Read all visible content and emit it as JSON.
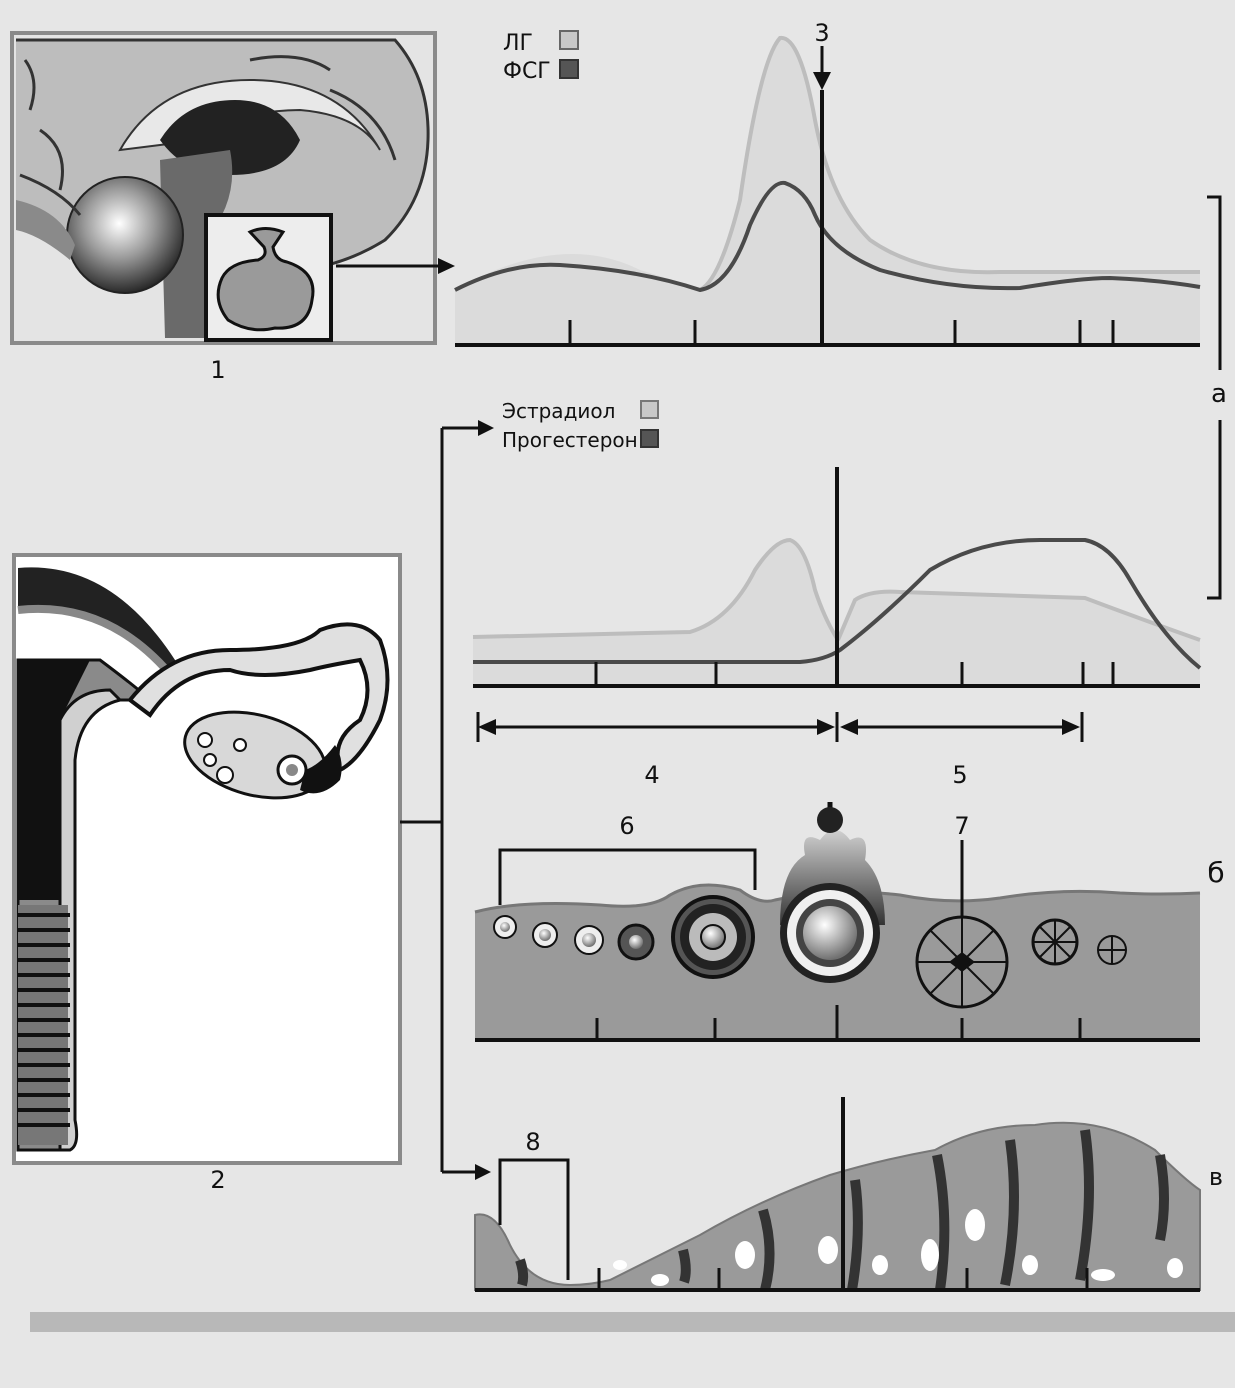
{
  "figure": {
    "labels": {
      "n1": "1",
      "n2": "2",
      "n3": "3",
      "n4": "4",
      "n5": "5",
      "n6": "6",
      "n7": "7",
      "n8": "8",
      "a": "а",
      "b": "б",
      "v": "в"
    }
  },
  "legend_pituitary": [
    {
      "name": "ЛГ",
      "color": "#c8c8c8"
    },
    {
      "name": "ФСГ",
      "color": "#555555"
    }
  ],
  "legend_ovarian": [
    {
      "name": "Эстрадиол",
      "color": "#c8c8c8"
    },
    {
      "name": "Прогестерон",
      "color": "#555555"
    }
  ],
  "colors": {
    "background": "#e6e6e6",
    "panel_bg": "#f2f2f2",
    "light_curve": "#bdbdbd",
    "dark_curve": "#4a4a4a",
    "tissue": "#9a9a9a",
    "dark": "#111111"
  }
}
